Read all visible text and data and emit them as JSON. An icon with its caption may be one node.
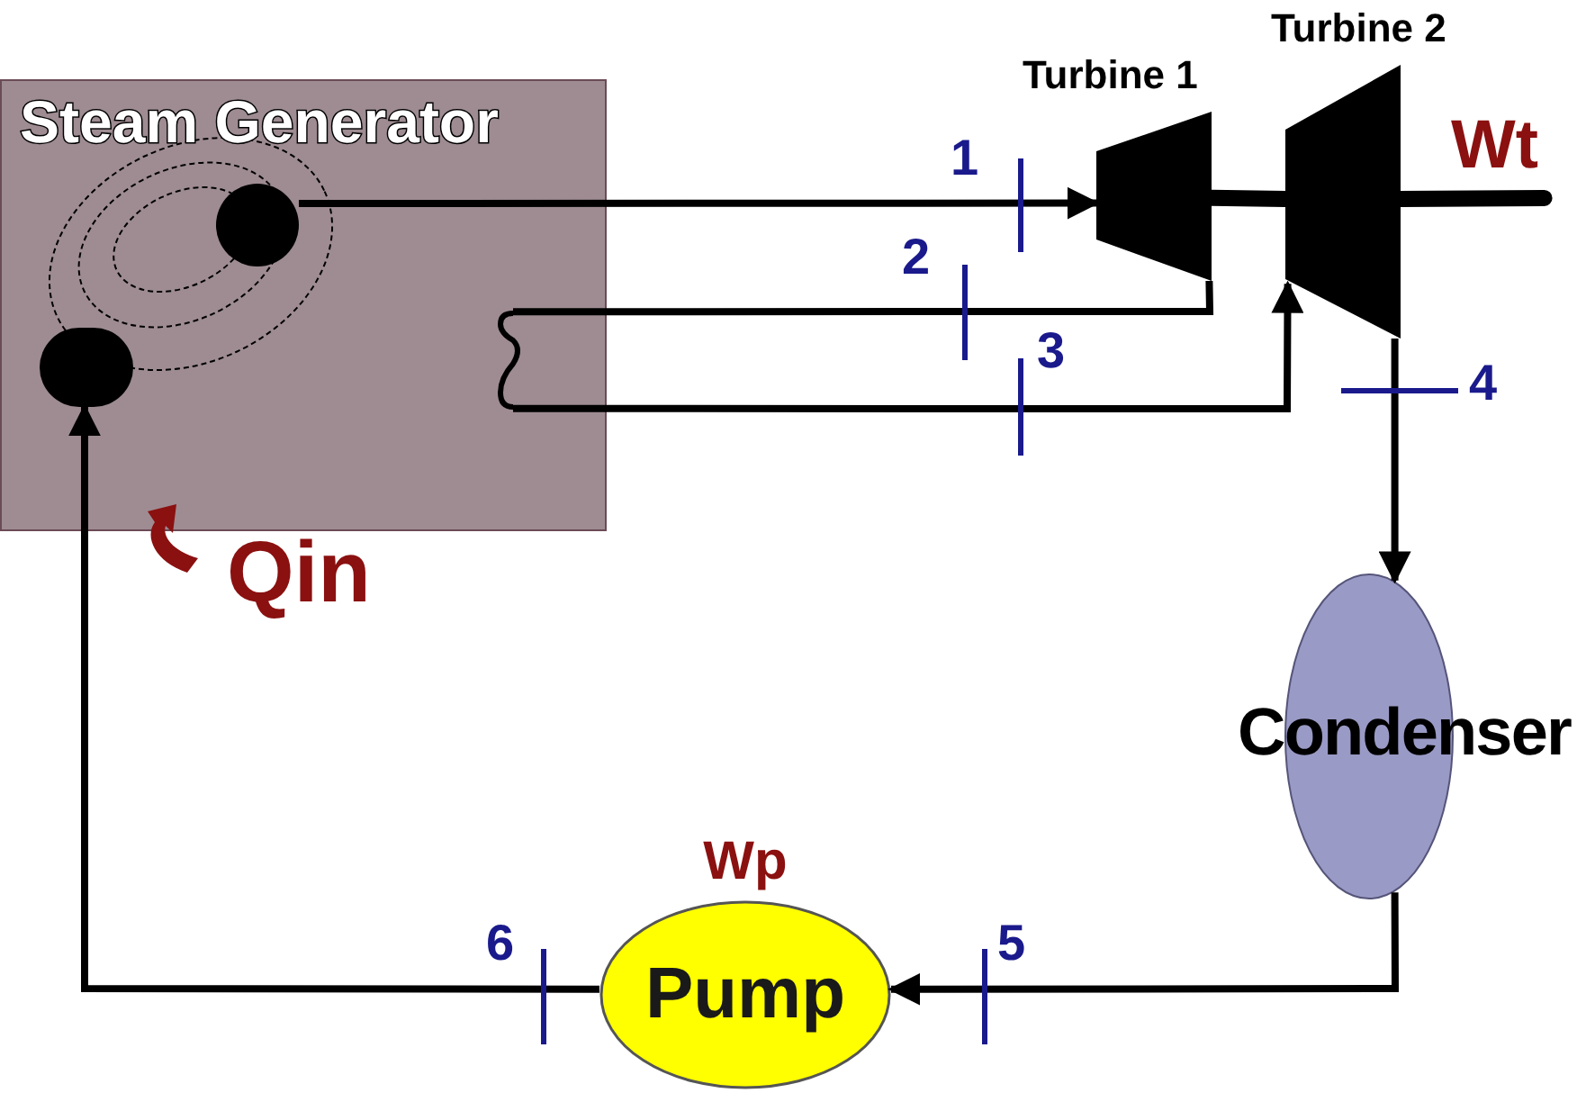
{
  "diagram": {
    "nodes": [
      {
        "text": [
          "Steam Generator"
        ]
      },
      {
        "text": [],
        "shape": "circle",
        "in": 0
      },
      {
        "text": [],
        "shape": "circle",
        "in": 0
      },
      {
        "text": [],
        "shape": "coil",
        "in": 0
      },
      {
        "text": [
          "Turbine 1"
        ]
      },
      {
        "text": [
          "Turbine 2"
        ]
      },
      {
        "text": [
          "Condenser"
        ]
      },
      {
        "text": [
          "Pump"
        ],
        "beside": [
          "Wp"
        ]
      },
      {
        "text": [
          "Wt"
        ]
      }
    ],
    "edges": [
      {
        "from": 1,
        "to": 4,
        "arrow": "to"
      },
      {
        "from": 4,
        "to": 3,
        "arrow": "none"
      },
      {
        "from": 3,
        "to": 5,
        "arrow": "to"
      },
      {
        "from": 5,
        "to": 6,
        "arrow": "to"
      },
      {
        "from": 6,
        "to": 7,
        "arrow": "to"
      },
      {
        "from": 7,
        "to": 2,
        "arrow": "to"
      },
      {
        "from": 4,
        "to": 5,
        "arrow": "none",
        "style": "thick"
      },
      {
        "from": 5,
        "to": 8,
        "arrow": "none",
        "style": "thick"
      }
    ],
    "labels": [
      "1",
      "2",
      "3",
      "4",
      "Qin",
      "6",
      "5"
    ]
  }
}
